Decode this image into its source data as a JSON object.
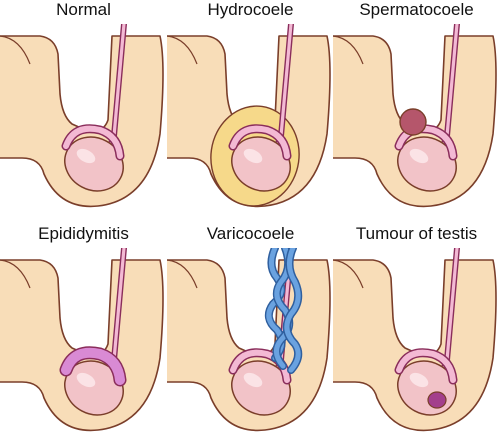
{
  "panels": [
    {
      "label": "Normal",
      "variant": "normal"
    },
    {
      "label": "Hydrocoele",
      "variant": "hydrocoele"
    },
    {
      "label": "Spermatocoele",
      "variant": "spermatocoele"
    },
    {
      "label": "Epididymitis",
      "variant": "epididymitis"
    },
    {
      "label": "Varicocoele",
      "variant": "varicocoele"
    },
    {
      "label": "Tumour of testis",
      "variant": "tumour"
    }
  ],
  "colors": {
    "skin": "#f8ddb8",
    "outline": "#7a3e2a",
    "testis": "#f2c3c8",
    "cord": "#f3b9d4",
    "cord_outline": "#8a2d5b",
    "fluid": "#f6d98a",
    "cyst": "#b5566b",
    "inflamed": "#d98ad4",
    "vein": "#6aa2e0",
    "tumour": "#a33f8c"
  }
}
